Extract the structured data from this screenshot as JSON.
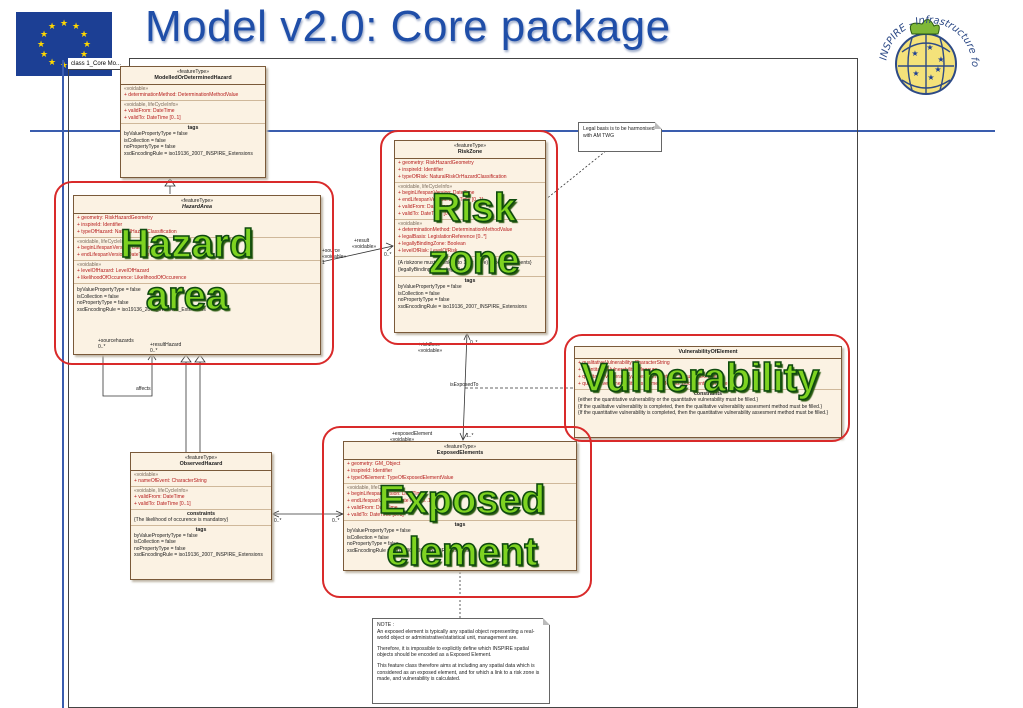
{
  "title": "Model v2.0: Core package",
  "frame_label": "class 1_Core Mo...",
  "classes": {
    "modelled": {
      "stereotype": "«featureType»",
      "name": "ModelledOrDeterminedHazard",
      "sections": [
        {
          "label": "«voidable»",
          "attrs": [
            "+  determinationMethod:  DeterminationMethodValue"
          ]
        },
        {
          "label": "«voidable, lifeCycleInfo»",
          "attrs": [
            "+  validFrom:  DateTime",
            "+  validTo:  DateTime [0..1]"
          ]
        }
      ],
      "tags_title": "tags",
      "tags": [
        "byValuePropertyType = false",
        "isCollection = false",
        "noPropertyType = false",
        "xsdEncodingRule = iso19136_2007_INSPIRE_Extensions"
      ]
    },
    "hazard": {
      "stereotype": "«featureType»",
      "name": "HazardArea",
      "sections": [
        {
          "label": "",
          "attrs": [
            "+  geometry:  RiskHazardGeometry",
            "+  inspireId:  Identifier",
            "+  typeOfHazard:  NaturalHazardClassification"
          ]
        },
        {
          "label": "«voidable, lifeCycleInfo»",
          "attrs": [
            "+  beginLifespanVersion:  DateTime",
            "+  endLifespanVersion:  DateTime [0..1]"
          ]
        },
        {
          "label": "«voidable»",
          "attrs": [
            "+  levelOfHazard:  LevelOfHazard",
            "+  likelihoodOfOccurence:  LikelihoodOfOccurence"
          ]
        }
      ],
      "tags_title": "",
      "tags": [
        "byValuePropertyType = false",
        "isCollection = false",
        "noPropertyType = false",
        "xsdEncodingRule = iso19136_2007_INSPIRE_Extensions"
      ]
    },
    "risk": {
      "stereotype": "«featureType»",
      "name": "RiskZone",
      "sections": [
        {
          "label": "",
          "attrs": [
            "+  geometry:  RiskHazardGeometry",
            "+  inspireId:  Identifier",
            "+  typeOfRisk:  NaturalRiskOrHazardClassification"
          ]
        },
        {
          "label": "«voidable, lifeCycleInfo»",
          "attrs": [
            "+  beginLifespanVersion:  DateTime",
            "+  endLifespanVersion:  DateTime [0..1]",
            "+  validFrom:  DateTime",
            "+  validTo:  DateTime [0..1]"
          ]
        },
        {
          "label": "«voidable»",
          "attrs": [
            "+  determinationMethod:  DeterminationMethodValue",
            "+  legalBasis:  LegislationReference [0..*]",
            "+  legallyBindingZone:  Boolean",
            "+  levelOfRisk:  LevelOfRisk"
          ]
        }
      ],
      "constraint_text": [
        "{A riskzone must be linked to 1 (or more) exposed elements}",
        "{legallyBindingZone - legalBasis}"
      ],
      "tags_title": "tags",
      "tags": [
        "byValuePropertyType = false",
        "isCollection = false",
        "noPropertyType = false",
        "xsdEncodingRule = iso19136_2007_INSPIRE_Extensions"
      ]
    },
    "vulnerability": {
      "stereotype": "",
      "name": "VulnerabilityOfElement",
      "sections": [
        {
          "label": "",
          "attrs": [
            "+  qualitativeVulnerability:  CharacterString",
            "+  quantitativeVulnerability:  Measure",
            "+  qualitativeVulnerabilityAssessmentMethod:  DocumentReference",
            "+  quantitativeVulnerabilityAssessmentMethod:  DocumentReference"
          ]
        }
      ],
      "constraints_title": "constraints",
      "constraints": [
        "{either the quantitative vulnerability or the quantitative vulnerability must be filled.}",
        "{If the qualitative vulnerability is completed, then the qualitative vulnerability assesment method must be filled.}",
        "{If the quantitative vulnerability is completed, then the quantitative vulnerability assesment method must be filled.}"
      ]
    },
    "observed": {
      "stereotype": "«featureType»",
      "name": "ObservedHazard",
      "sections": [
        {
          "label": "«voidable»",
          "attrs": [
            "+  nameOfEvent:  CharacterString"
          ]
        },
        {
          "label": "«voidable, lifeCycleInfo»",
          "attrs": [
            "+  validFrom:  DateTime",
            "+  validTo:  DateTime [0..1]"
          ]
        }
      ],
      "constraints_title": "constraints",
      "constraints": [
        "{The likelihood of occurence is mandatory}"
      ],
      "tags_title": "tags",
      "tags": [
        "byValuePropertyType = false",
        "isCollection = false",
        "noPropertyType = false",
        "xsdEncodingRule = iso19136_2007_INSPIRE_Extensions"
      ]
    },
    "exposed": {
      "stereotype": "«featureType»",
      "name": "ExposedElements",
      "sections": [
        {
          "label": "",
          "attrs": [
            "+  geometry:  GM_Object",
            "+  inspireId:  Identifier",
            "+  typeOfElement:  TypeOfExposedElementValue"
          ]
        },
        {
          "label": "«voidable, lifeCycleInfo»",
          "attrs": [
            "+  beginLifespanVersion:  DateTime",
            "+  endLifespanVersion:  DateTime [0..1]",
            "+  validFrom:  DateTime",
            "+  validTo:  DateTime [0..1]"
          ]
        }
      ],
      "tags_title": "tags",
      "tags": [
        "byValuePropertyType = false",
        "isCollection = false",
        "noPropertyType = false",
        "xsdEncodingRule = iso19136_2007_INSPIRE_Extensions"
      ]
    }
  },
  "overlay_labels": {
    "hazard_line1": "Hazard",
    "hazard_line2": "area",
    "risk_line1": "Risk",
    "risk_line2": "zone",
    "vulnerability": "Vulnerability",
    "exposed_line1": "Exposed",
    "exposed_line2": "element"
  },
  "note_legal": "Legal basis is to be harmonised with AM TWG",
  "note_exposed": [
    "NOTE :\nAn exposed element  is typically any spatial object representing a real-world object or administrative/statistical unit, management are.",
    "Therefore, it is impossible to explicitly define which INSPIRE spatial objects should be encoded as a Exposed Element.",
    "This feature class therefore aims at including any spatial data which is considered as an exposed element, and for which a link to a risk zone is made, and vulnerability is calculated."
  ],
  "assoc_labels": {
    "source": "+source",
    "voidable1": "«voidable»",
    "mult_one1": "1",
    "result": "+result",
    "voidable2": "«voidable»",
    "mult_many1": "0..*",
    "source_hazards": "+sourcehazards",
    "mult_many2": "0..*",
    "result_hazard": "+resultHazard",
    "mult_many3": "0..*",
    "affects": "affects",
    "risk_zone_role": "+riskZone",
    "voidable3": "«voidable»",
    "mult_many4": "0..*",
    "is_exposed_to": "isExposedTo",
    "exposed_element_role": "+exposedElement",
    "voidable4": "«voidable»",
    "mult_one2": "1..*",
    "mult_many5": "0..*",
    "mult_many6": "0..*"
  },
  "colors": {
    "accent": "#1f4ea8",
    "highlight": "#d92a2a",
    "overlay_fill": "#7ed321",
    "class_fill": "#fbf2e3",
    "attr_text": "#b51a1a"
  },
  "logo_text": "INSPIRE - Infrastructure for Spatial Information in Europe"
}
